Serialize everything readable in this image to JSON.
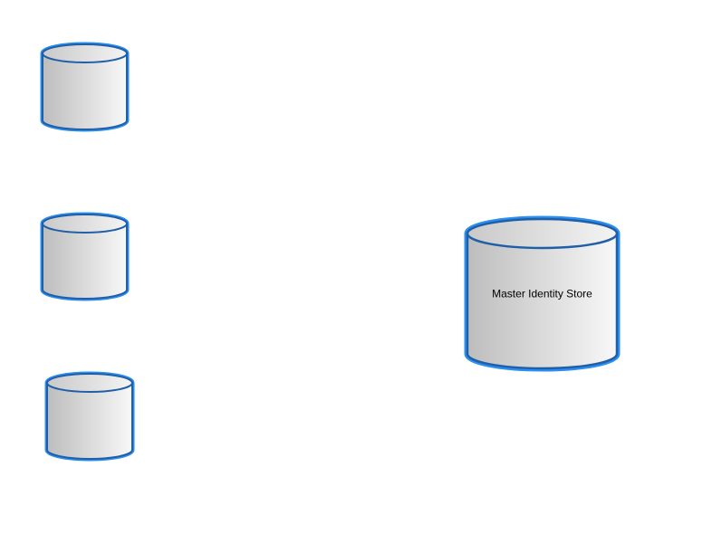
{
  "diagram": {
    "nodes": [
      {
        "id": "store-1",
        "label": ""
      },
      {
        "id": "store-2",
        "label": ""
      },
      {
        "id": "store-3",
        "label": ""
      },
      {
        "id": "master-store",
        "label": "Master Identity Store"
      }
    ]
  },
  "colors": {
    "cylinder_outline": "#2b8ef0",
    "cylinder_edge": "#1f5fa8",
    "body_gradient_dark": "#bdbdbd",
    "body_gradient_light": "#f8f8f8",
    "top_gradient_dark": "#c9c9c9",
    "top_gradient_light": "#f4f4f4"
  }
}
